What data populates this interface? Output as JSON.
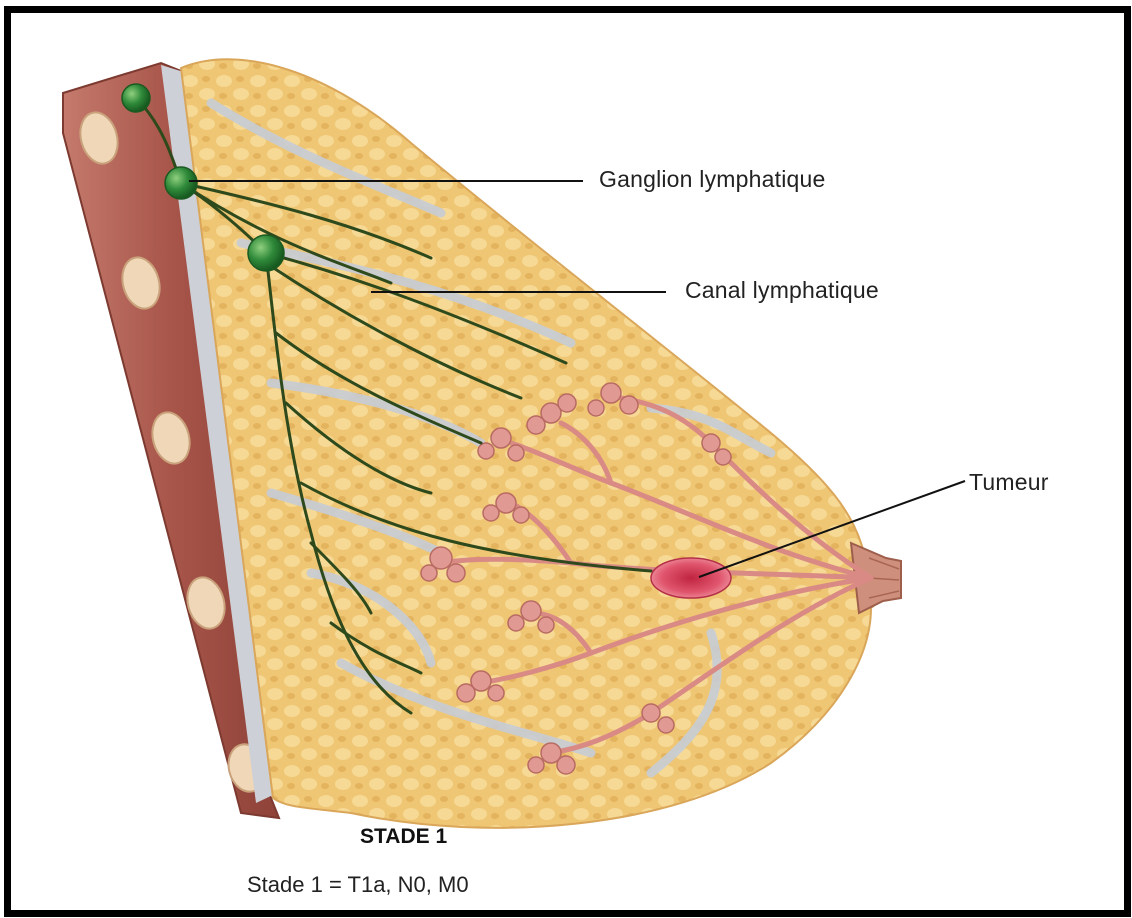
{
  "labels": {
    "ganglion": "Ganglion lymphatique",
    "canal": "Canal lymphatique",
    "tumeur": "Tumeur"
  },
  "caption": {
    "stage_title": "STADE 1",
    "stage_formula": "Stade 1 = T1a, N0, M0"
  },
  "icons": {
    "lymph_node": "green-sphere",
    "tumor": "red-oval"
  },
  "colors": {
    "frame": "#000000",
    "muscle": "#a8554a",
    "fat": "#f0c878",
    "lymph_node": "#2f8a3a",
    "lymph_vessel": "#2e4a1c",
    "ducts": "#d98a84",
    "tumor": "#d63a55"
  }
}
